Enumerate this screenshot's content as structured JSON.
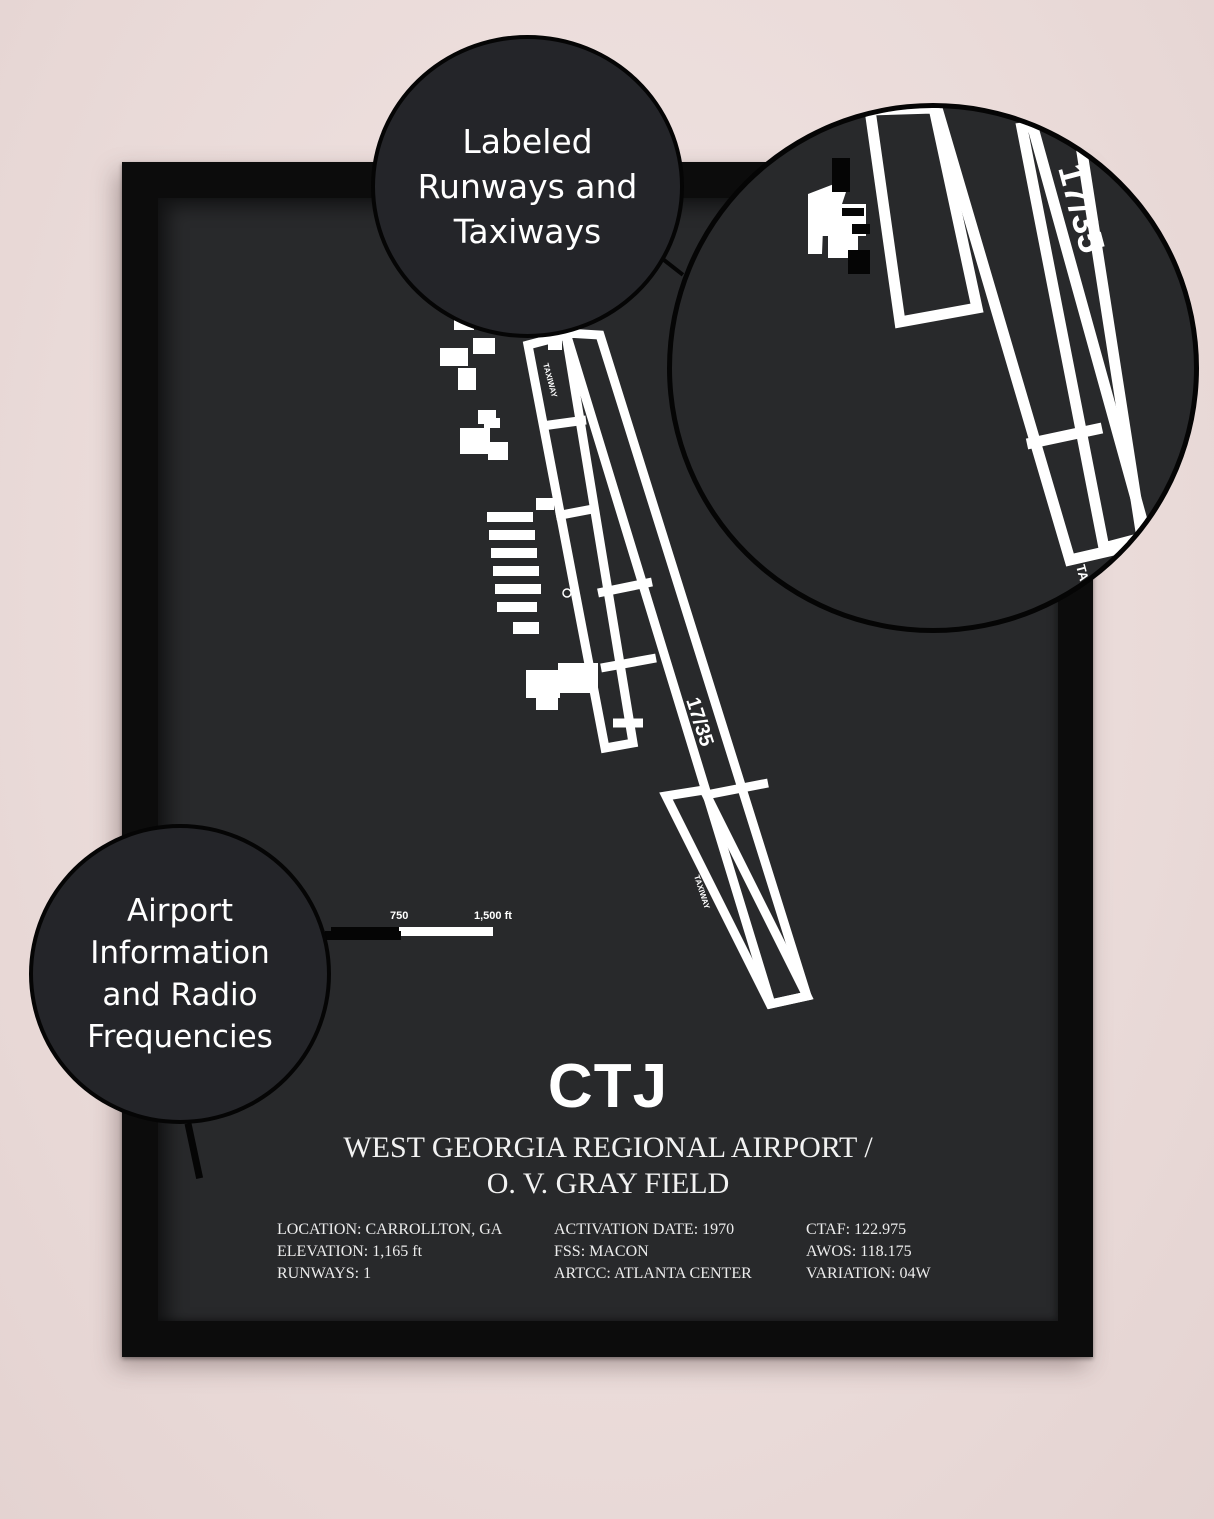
{
  "poster": {
    "code": "CTJ",
    "name_line1": "WEST GEORGIA REGIONAL AIRPORT /",
    "name_line2": "O. V. GRAY FIELD",
    "info_columns": [
      [
        "LOCATION: CARROLLTON, GA",
        "ELEVATION: 1,165 ft",
        "RUNWAYS: 1"
      ],
      [
        "ACTIVATION DATE: 1970",
        "FSS: MACON",
        "ARTCC: ATLANTA CENTER"
      ],
      [
        "CTAF: 122.975",
        "AWOS: 118.175",
        "VARIATION: 04W"
      ]
    ]
  },
  "diagram": {
    "runway_label": "17/35",
    "taxiway_label": "TAXIWAY",
    "scale_mid": "750",
    "scale_end": "1,500 ft"
  },
  "zoom": {
    "runway_label": "17/35",
    "taxiway_partial": "TA"
  },
  "callouts": {
    "runways": "Labeled\nRunways and\nTaxiways",
    "info": "Airport\nInformation\nand Radio\nFrequencies"
  },
  "colors": {
    "wall": "#ecdedd",
    "frame": "#0c0c0c",
    "poster": "#28292b",
    "ink": "#ffffff"
  }
}
